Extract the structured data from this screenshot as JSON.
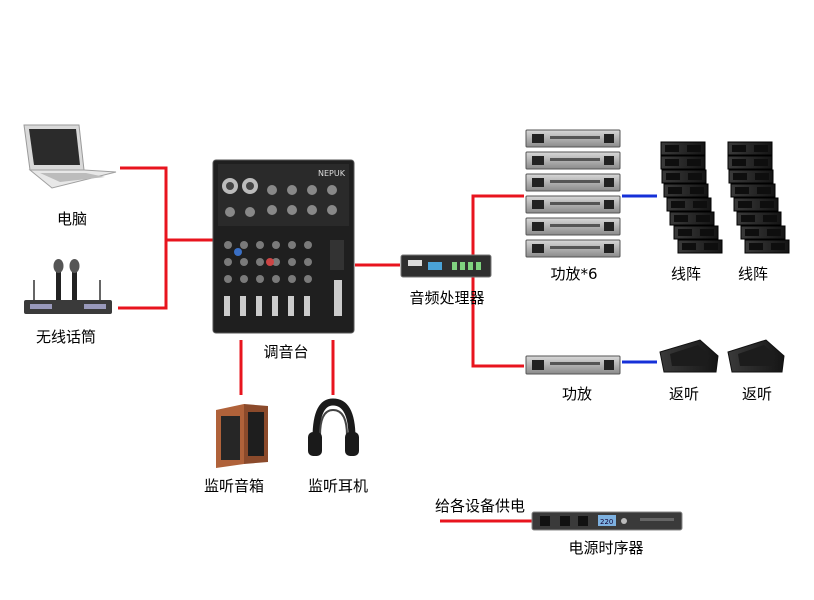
{
  "labels": {
    "computer": "电脑",
    "wireless_mic": "无线话筒",
    "mixer": "调音台",
    "audio_processor": "音频处理器",
    "amplifier_x6": "功放*6",
    "line_array_1": "线阵",
    "line_array_2": "线阵",
    "amplifier": "功放",
    "monitor_wedge_1": "返听",
    "monitor_wedge_2": "返听",
    "monitor_speaker": "监听音箱",
    "monitor_headphones": "监听耳机",
    "power_note": "给各设备供电",
    "power_sequencer": "电源时序器"
  },
  "colors": {
    "signal_line": "#e8141e",
    "speaker_link": "#1530d8",
    "device_dark": "#2a2a2a",
    "wood": "#a0522d"
  },
  "device_screens": {
    "mixer_brand": "NEPUK",
    "sequencer_display": "220"
  }
}
